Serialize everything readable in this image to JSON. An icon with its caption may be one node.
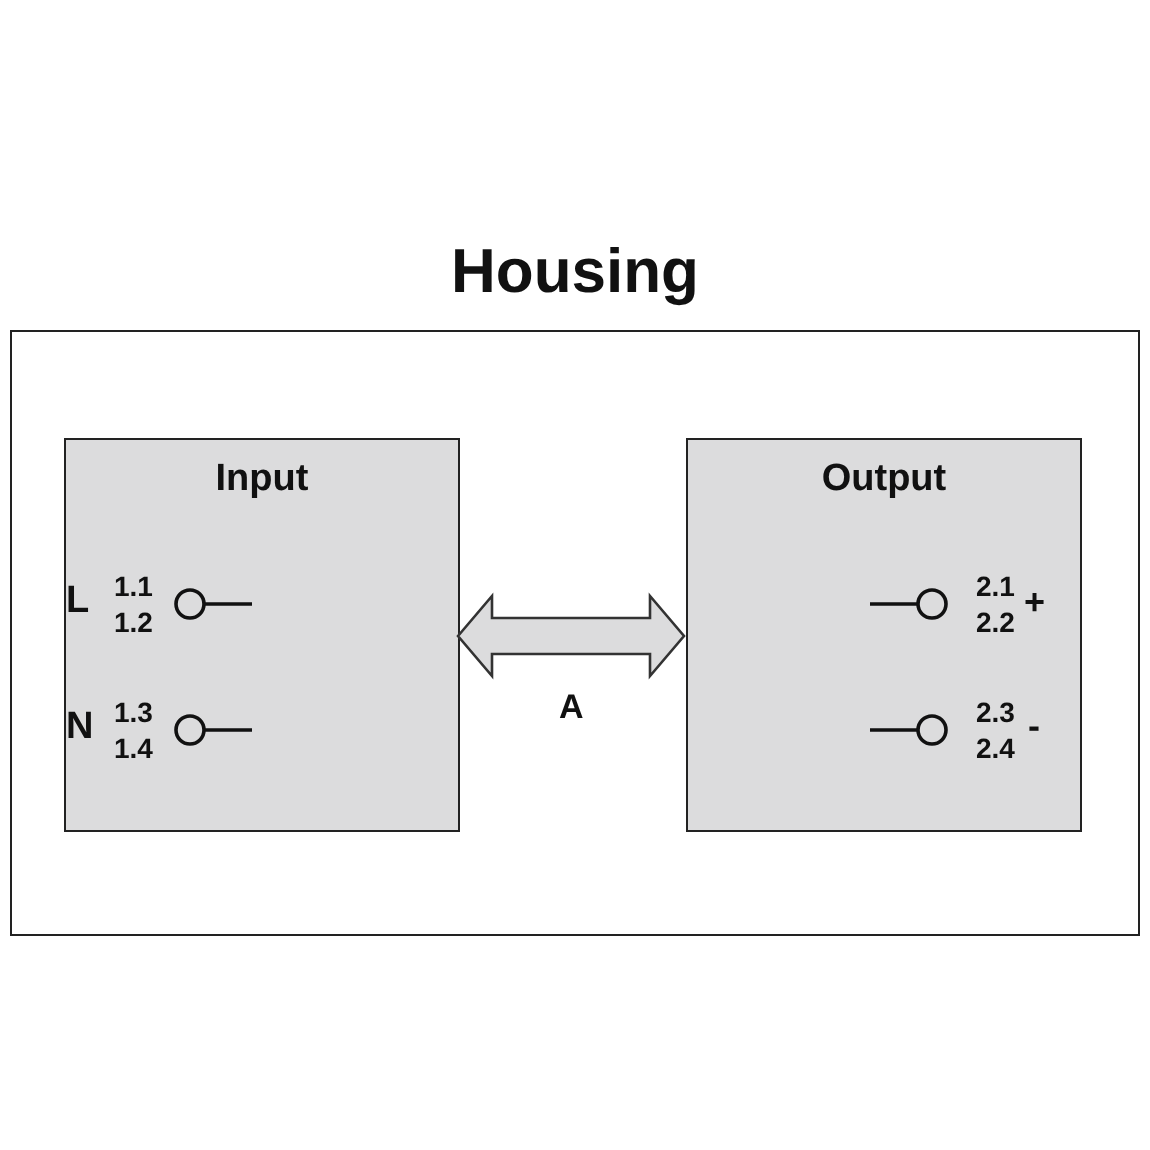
{
  "diagram": {
    "nodes": [
      {
        "text": [
          "Housing"
        ]
      },
      {
        "text": [
          "Input"
        ],
        "in": 0
      },
      {
        "text": [
          "Output"
        ],
        "in": 0
      }
    ],
    "edges": [
      {
        "from": 1,
        "to": 2,
        "arrow": "both",
        "label": "A",
        "style": "thick"
      }
    ],
    "labels": [
      "L",
      "1.1",
      "1.2",
      "N",
      "1.3",
      "1.4",
      "2.1",
      "2.2",
      "+",
      "2.3",
      "2.4",
      "-"
    ]
  }
}
